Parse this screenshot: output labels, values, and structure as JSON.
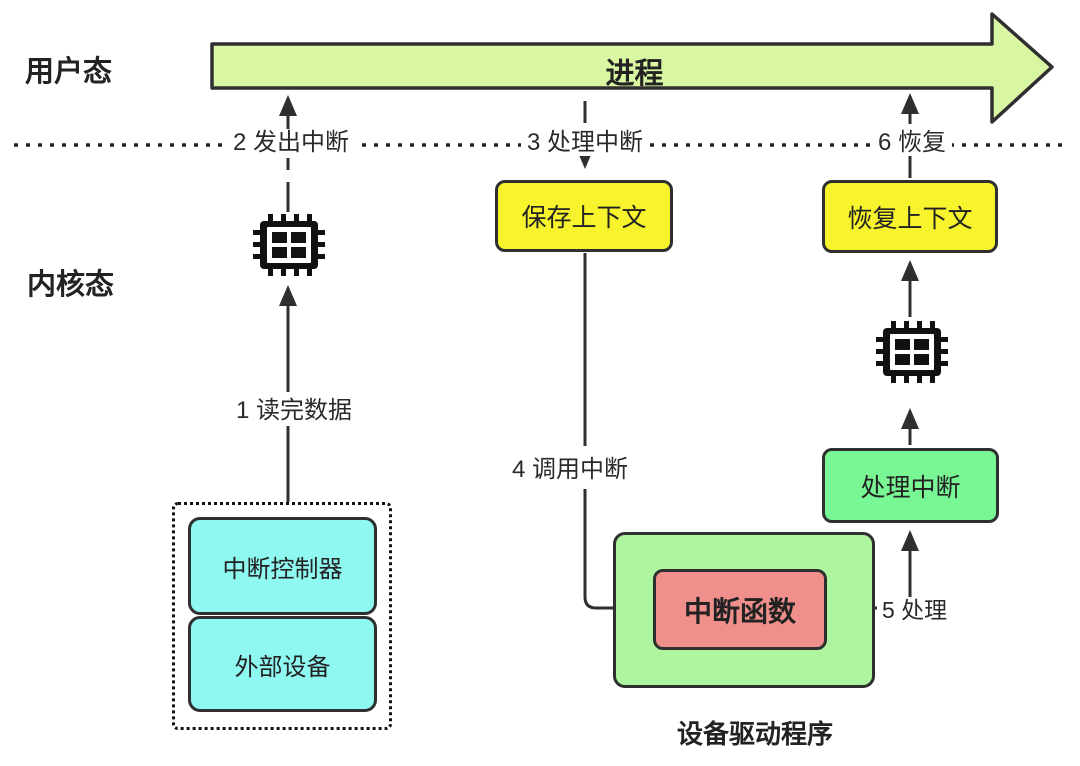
{
  "title": "interrupt-handling-flow-diagram",
  "zones": {
    "user_mode": "用户态",
    "kernel_mode": "内核态"
  },
  "process_arrow": {
    "label": "进程"
  },
  "steps": {
    "step1": "1 读完数据",
    "step2": "2 发出中断",
    "step3": "3 处理中断",
    "step4": "4 调用中断",
    "step5": "5 处理",
    "step6": "6 恢复"
  },
  "boxes": {
    "save_context": "保存上下文",
    "restore_context": "恢复上下文",
    "handle_interrupt": "处理中断",
    "interrupt_function": "中断函数",
    "interrupt_controller": "中断控制器",
    "external_device": "外部设备"
  },
  "captions": {
    "device_driver": "设备驱动程序"
  },
  "icons": {
    "cpu1": "cpu-chip-icon",
    "cpu2": "cpu-chip-icon"
  },
  "colors": {
    "arrow-fill": "#d9f7a3",
    "yellow": "#f7f32c",
    "cyan": "#8ff8f0",
    "panel-green": "#aef5a0",
    "bright-green": "#79f795",
    "red": "#f0908c",
    "line": "#2f2f2f",
    "text": "#1f1f1f"
  }
}
